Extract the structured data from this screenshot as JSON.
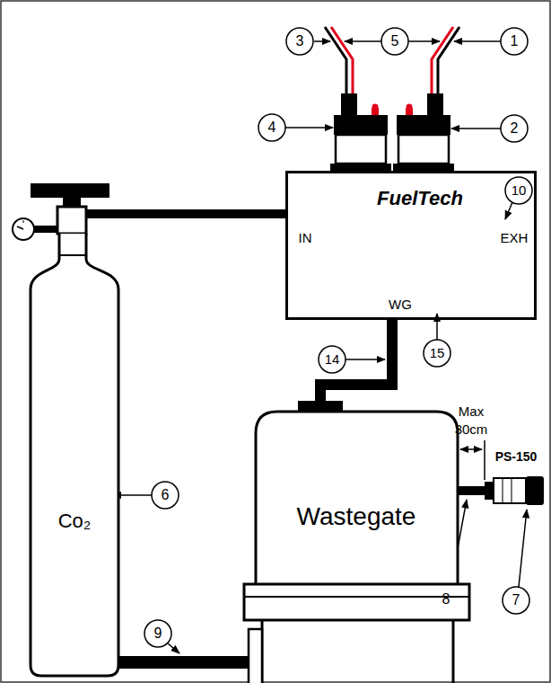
{
  "diagram": {
    "nodes": [
      {
        "text": [
          "FuelTech",
          "IN",
          "EXH",
          "WG"
        ]
      },
      {
        "text": [
          "Co₂"
        ]
      },
      {
        "text": [
          "Wastegate"
        ]
      },
      {
        "text": [
          "PS-150"
        ]
      }
    ],
    "edges": [
      {
        "from": 1,
        "to": 0,
        "arrow": "none"
      },
      {
        "from": 0,
        "to": 2,
        "arrow": "none"
      },
      {
        "from": 2,
        "to": 3,
        "arrow": "none"
      }
    ],
    "labels": [
      "3",
      "5",
      "1",
      "4",
      "2",
      "10",
      "14",
      "15",
      "Max",
      "30cm",
      "6",
      "8",
      "7",
      "9"
    ]
  }
}
